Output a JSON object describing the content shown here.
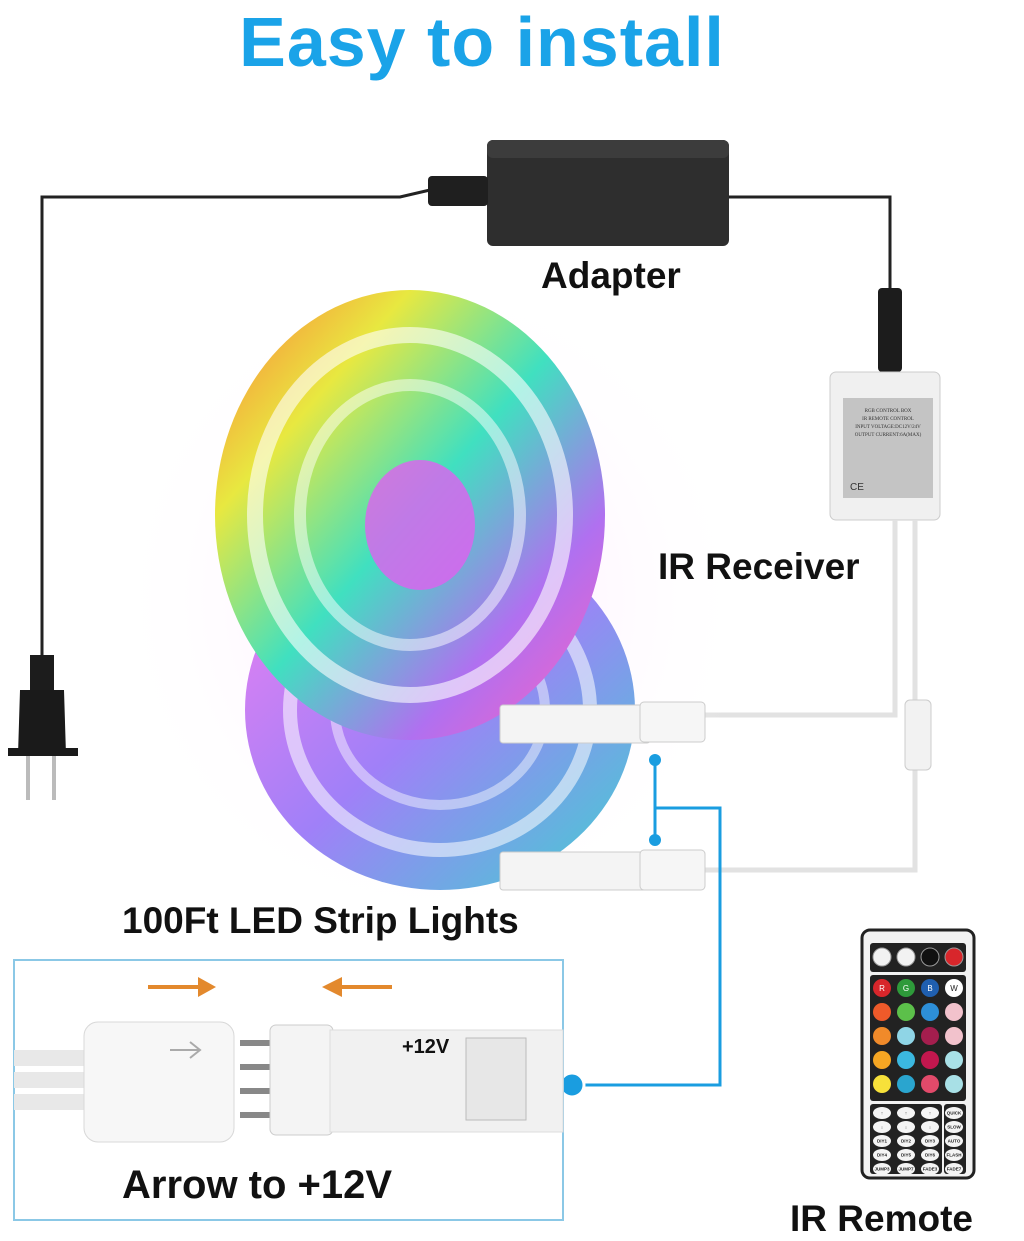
{
  "title": "Easy to install",
  "labels": {
    "adapter": "Adapter",
    "ir_receiver": "IR Receiver",
    "strip": "100Ft LED Strip Lights",
    "plus12v": "+12V",
    "arrow_instruction": "Arrow to +12V",
    "ir_remote": "IR Remote"
  },
  "receiver_label": [
    "RGB CONTROL BOX",
    "IR REMOTE CONTROL",
    "INPUT VOLTAGE:DC12V/24V",
    "OUTPUT CURRENT:6A(MAX)"
  ],
  "colors": {
    "accent": "#1aa3e8",
    "wire": "#222222",
    "connector_line": "#1a9de0"
  },
  "remote": {
    "top_buttons": [
      "brightness-up",
      "brightness-down",
      "play-pause",
      "power"
    ],
    "color_rows": [
      [
        {
          "c": "#d8262b",
          "t": "R"
        },
        {
          "c": "#2e9a3a",
          "t": "G"
        },
        {
          "c": "#1f5fb0",
          "t": "B"
        },
        {
          "c": "#ffffff",
          "t": "W"
        }
      ],
      [
        {
          "c": "#ee5a2a"
        },
        {
          "c": "#5cc04a"
        },
        {
          "c": "#2d8fd8"
        },
        {
          "c": "#f2c2cc"
        }
      ],
      [
        {
          "c": "#f08a2a"
        },
        {
          "c": "#8fd5e6"
        },
        {
          "c": "#a41e4e"
        },
        {
          "c": "#f2c2cc"
        }
      ],
      [
        {
          "c": "#f5a623"
        },
        {
          "c": "#3bb8e0"
        },
        {
          "c": "#c2174e"
        },
        {
          "c": "#a8e0e6"
        }
      ],
      [
        {
          "c": "#f7e13a"
        },
        {
          "c": "#2aa5cf"
        },
        {
          "c": "#e24a6a"
        },
        {
          "c": "#a8e0e6"
        }
      ]
    ],
    "function_rows": [
      [
        "↑",
        "↑",
        "↑",
        "QUICK"
      ],
      [
        "↓",
        "↓",
        "↓",
        "SLOW"
      ],
      [
        "DIY1",
        "DIY2",
        "DIY3",
        "AUTO"
      ],
      [
        "DIY4",
        "DIY5",
        "DIY6",
        "FLASH"
      ],
      [
        "JUMP3",
        "JUMP7",
        "FADE3",
        "FADE7"
      ]
    ]
  }
}
